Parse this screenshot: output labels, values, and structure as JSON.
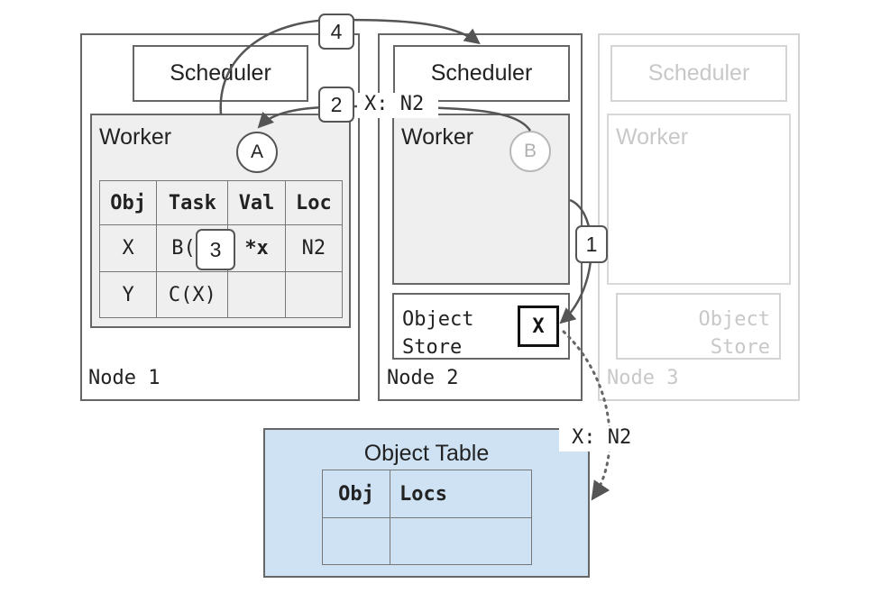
{
  "nodes": [
    {
      "label": "Node 1",
      "scheduler": "Scheduler",
      "worker": "Worker",
      "worker_circle": "A"
    },
    {
      "label": "Node 2",
      "scheduler": "Scheduler",
      "worker": "Worker",
      "worker_circle": "B",
      "store_line1": "Object",
      "store_line2": "Store",
      "stored_object": "X"
    },
    {
      "label": "Node 3",
      "scheduler": "Scheduler",
      "worker": "Worker",
      "store_line1": "Object",
      "store_line2": "Store"
    }
  ],
  "worker_table": {
    "headers": [
      "Obj",
      "Task",
      "Val",
      "Loc"
    ],
    "rows": [
      [
        "X",
        "B(",
        "*x",
        "N2"
      ],
      [
        "Y",
        "C(X)",
        "",
        ""
      ]
    ]
  },
  "steps": [
    "1",
    "2",
    "3",
    "4"
  ],
  "messages": {
    "step2": "X: N2",
    "to_object_table": "X: N2"
  },
  "object_table": {
    "title": "Object Table",
    "headers": [
      "Obj",
      "Locs"
    ],
    "rows": [
      [
        "",
        ""
      ]
    ]
  },
  "colors": {
    "object_table_bg": "#cfe2f3",
    "faded": "#c8c8c8",
    "border": "#666666"
  }
}
